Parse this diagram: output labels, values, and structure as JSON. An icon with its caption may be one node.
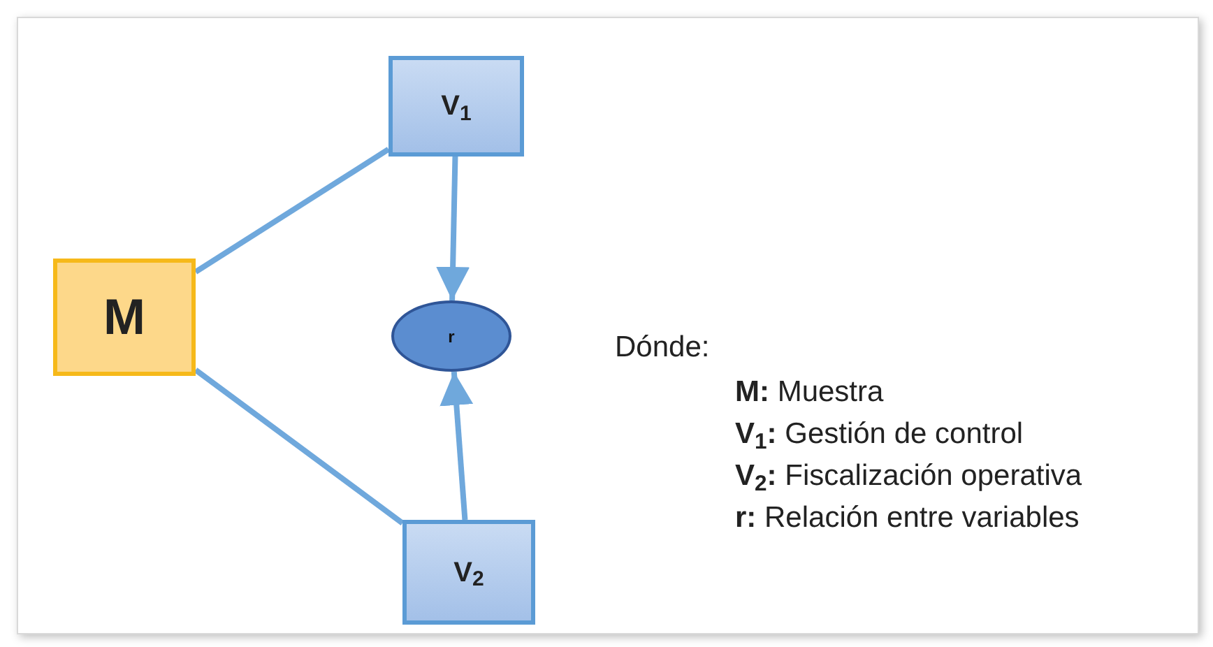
{
  "diagram": {
    "nodes": [
      {
        "text": [
          "M"
        ]
      },
      {
        "text": [
          "V$_{1}$"
        ]
      },
      {
        "text": [
          "r"
        ]
      },
      {
        "text": [
          "V$_{2}$"
        ]
      }
    ],
    "edges": [
      {
        "from": 0,
        "to": 1,
        "arrow": "none"
      },
      {
        "from": 0,
        "to": 3,
        "arrow": "none"
      },
      {
        "from": 1,
        "to": 2,
        "arrow": "to"
      },
      {
        "from": 3,
        "to": 2,
        "arrow": "to"
      }
    ],
    "labels": [
      "Dónde:",
      "**M:** Muestra",
      "**V$_{1}$:** Gestión de control",
      "**V$_{2}$:** Fiscalización operativa",
      "**r:** Relación entre variables"
    ]
  }
}
